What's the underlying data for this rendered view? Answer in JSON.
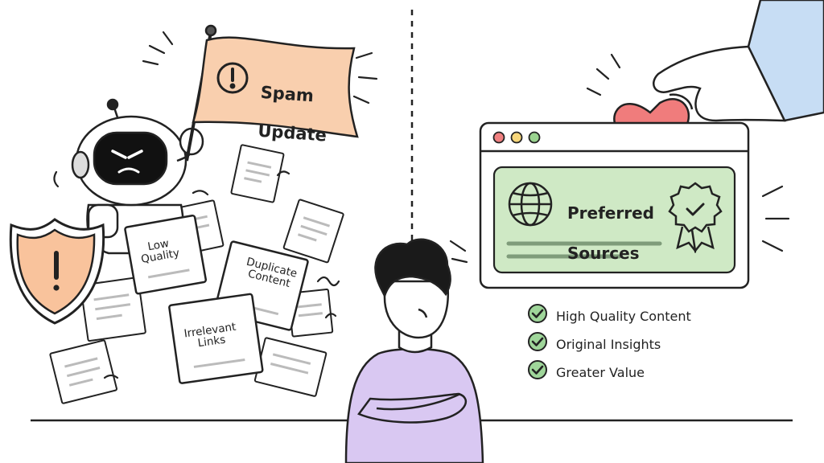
{
  "flag": {
    "line1": "Spam",
    "line2": "Update"
  },
  "spam_papers": {
    "low_quality": "Low\nQuality",
    "duplicate_content": "Duplicate\nContent",
    "irrelevant_links": "Irrelevant\nLinks"
  },
  "preferred_card": {
    "line1": "Preferred",
    "line2": "Sources"
  },
  "benefits": [
    "High Quality Content",
    "Original Insights",
    "Greater Value"
  ],
  "colors": {
    "flag": "#f9cfae",
    "shield": "#f9c39c",
    "card_green": "#cfe9c5",
    "heart": "#f07c7c",
    "sleeve": "#c7ddf4",
    "sweater": "#d9c8f2",
    "window_dots": [
      "#f08080",
      "#f7d67a",
      "#9ad38f"
    ],
    "check": "#9fd69a"
  }
}
